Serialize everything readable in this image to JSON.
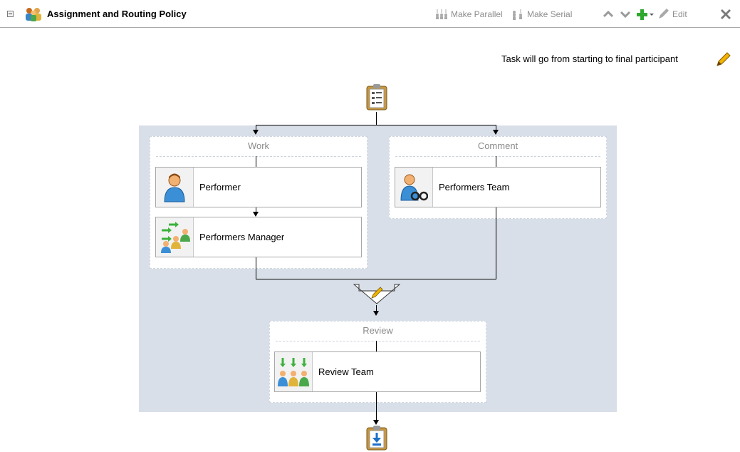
{
  "header": {
    "title": "Assignment and Routing Policy",
    "toolbar": {
      "make_parallel": "Make Parallel",
      "make_serial": "Make Serial",
      "edit": "Edit"
    }
  },
  "description": "Task will go from starting to final participant",
  "stages": [
    {
      "title": "Work",
      "participants": [
        {
          "label": "Performer",
          "icon": "user-icon"
        },
        {
          "label": "Performers Manager",
          "icon": "manager-chain-icon"
        }
      ]
    },
    {
      "title": "Comment",
      "participants": [
        {
          "label": "Performers Team",
          "icon": "team-reviewer-icon"
        }
      ]
    },
    {
      "title": "Review",
      "participants": [
        {
          "label": "Review Team",
          "icon": "review-team-icon"
        }
      ]
    }
  ],
  "colors": {
    "canvas": "#d9dfe8",
    "stage_bg": "#ffffff",
    "toolbar_text": "#8d8d8d",
    "stage_title": "#8a8a8a",
    "add_icon": "#2ea82e",
    "delete_icon": "#7a7a7a"
  }
}
